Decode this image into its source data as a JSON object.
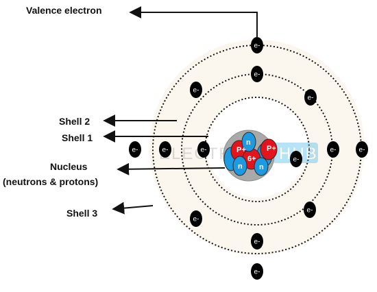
{
  "labels": {
    "valence": "Valence electron",
    "shell2": "Shell 2",
    "shell1": "Shell 1",
    "nucleus_line1": "Nucleus",
    "nucleus_line2": "(neutrons & protons)",
    "shell3": "Shell 3"
  },
  "electron_label": "e-",
  "nucleus": {
    "proton_label": "P+",
    "neutron_label": "n",
    "center_label": "6+"
  },
  "watermark": {
    "left": "ELECTRO",
    "right": "HUB"
  },
  "colors": {
    "electron": "#000000",
    "proton": "#e3141b",
    "neutron": "#1e9be0",
    "nucleus_disc": "#a9a9a9",
    "shell_band": "#fbf6ee"
  }
}
